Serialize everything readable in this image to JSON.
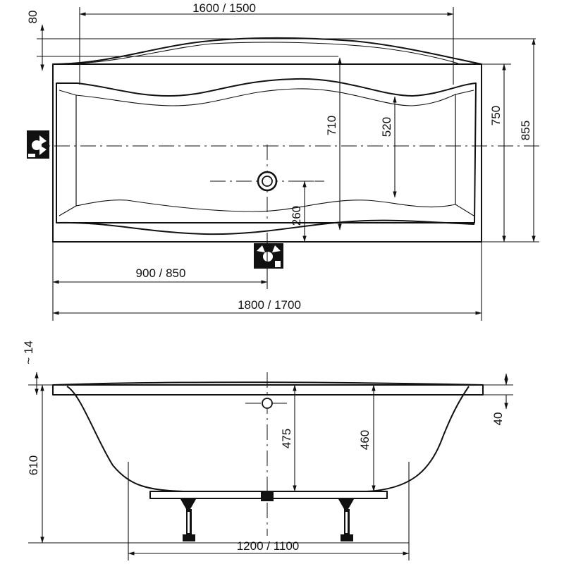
{
  "plan": {
    "top_length": "1600 / 1500",
    "top_offset": "80",
    "inner_length_width": "710",
    "basin_width": "520",
    "outer_width": "750",
    "total_width": "855",
    "drain_offset": "260",
    "drain_position": "900 / 850",
    "overall_length": "1800 / 1700"
  },
  "side": {
    "rim_height_approx": "~ 14",
    "overall_height": "610",
    "overflow_height": "475",
    "basin_depth": "460",
    "rim_thickness": "40",
    "leg_spacing": "1200 / 1100"
  }
}
